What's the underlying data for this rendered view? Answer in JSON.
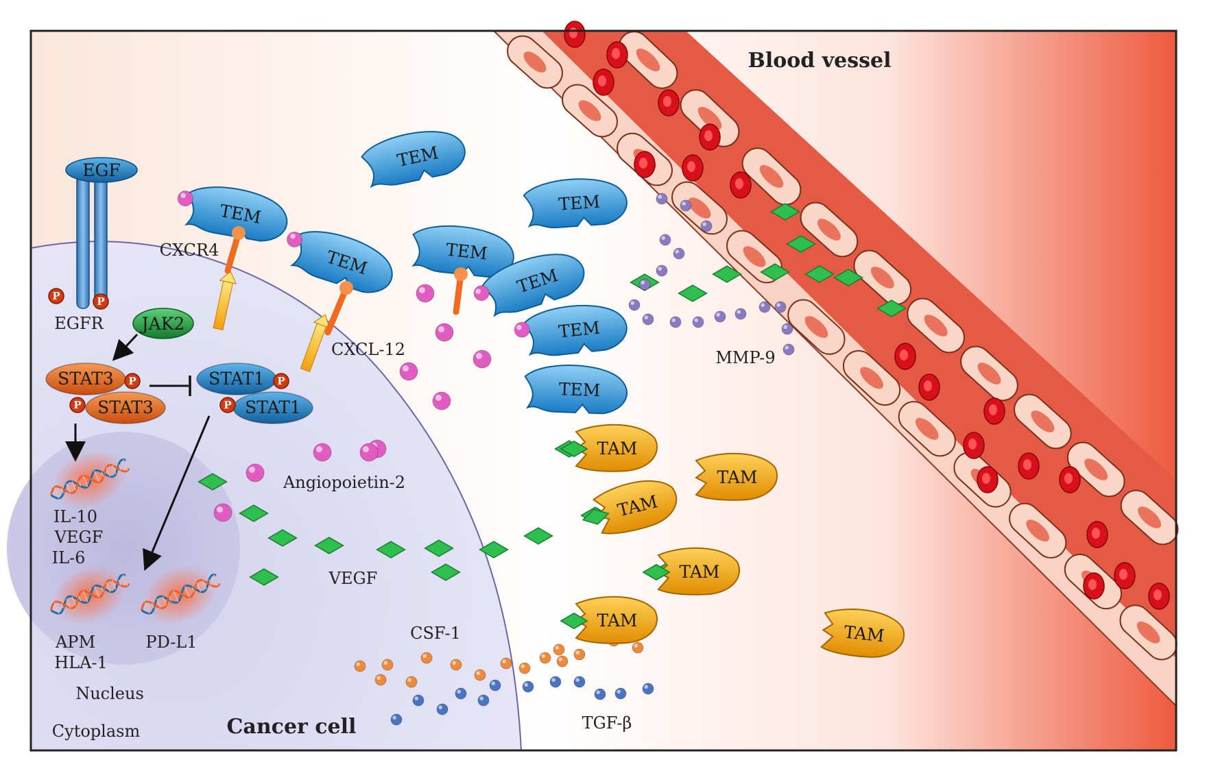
{
  "regions": {
    "blood_vessel": "Blood vessel",
    "cancer_cell": "Cancer cell",
    "cytoplasm": "Cytoplasm",
    "nucleus": "Nucleus"
  },
  "receptor": {
    "ligand": "EGF",
    "receptor": "EGFR",
    "phospho": "P"
  },
  "proteins": {
    "jak2": "JAK2",
    "stat3": "STAT3",
    "stat1": "STAT1"
  },
  "genes": {
    "group1": [
      "IL-10",
      "VEGF",
      "IL-6"
    ],
    "group2": [
      "APM",
      "HLA-1"
    ],
    "group3": "PD-L1"
  },
  "factors": {
    "cxcr4": "CXCR4",
    "cxcl12": "CXCL-12",
    "angiopoietin": "Angiopoietin-2",
    "vegf": "VEGF",
    "csf1": "CSF-1",
    "tgfb": "TGF-β",
    "mmp9": "MMP-9"
  },
  "cells": {
    "tem": "TEM",
    "tam": "TAM"
  },
  "colors": {
    "cytoplasm": "#d8d6f0",
    "nucleus": "#c4c1e2",
    "vessel_wall": "#f6c9b8",
    "vessel_lumen": "#e35a46",
    "rbc": "#d8101a",
    "tem": "#2a8fd0",
    "tam": "#f2a30f",
    "vegf": "#2fbf4f",
    "angiopoietin": "#e15cc0",
    "mmp9": "#8a7ac0",
    "csf1": "#ef8a3a",
    "tgfb": "#4a74c0",
    "stat3": "#e0661e",
    "stat1": "#1f7fc0",
    "jak2": "#1f9a3c"
  }
}
